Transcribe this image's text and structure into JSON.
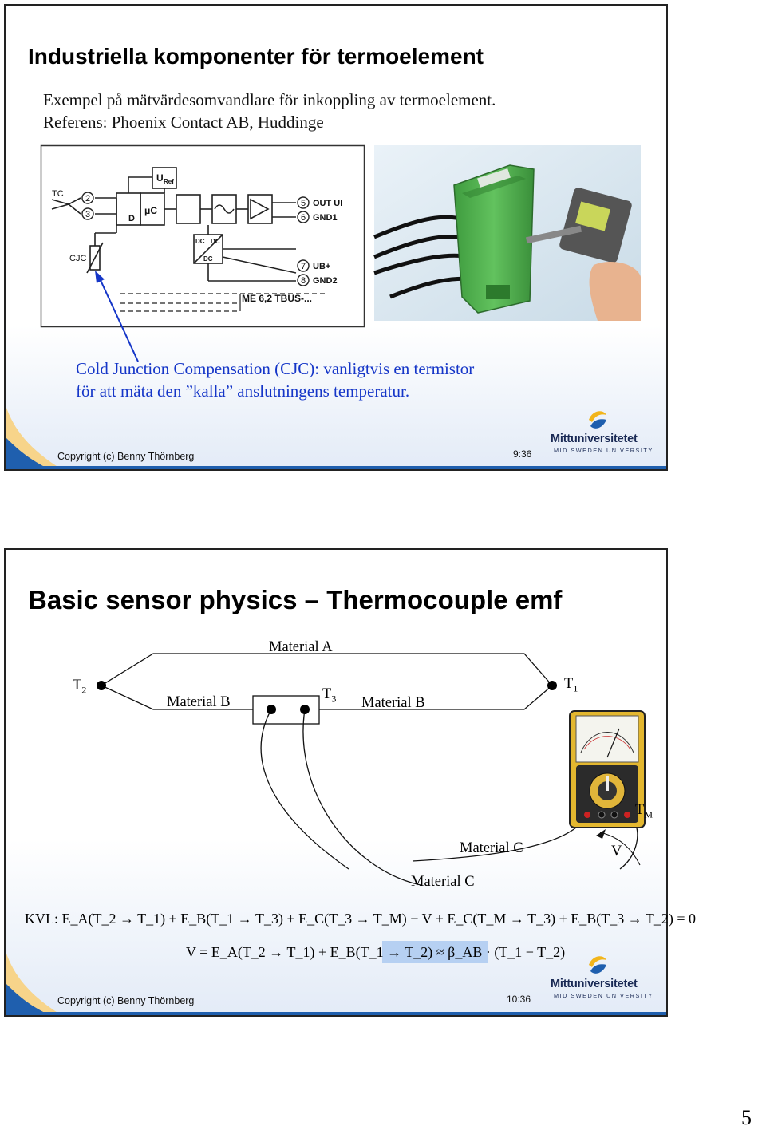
{
  "slide1": {
    "title": "Industriella komponenter för termoelement",
    "subtitle_line1": "Exempel på mätvärdesomvandlare för inkoppling av termoelement.",
    "subtitle_line2": "Referens: Phoenix Contact AB, Huddinge",
    "diagram": {
      "tc": "TC",
      "cjc": "CJC",
      "uref": "U",
      "uref_sub": "Ref",
      "pin2": "2",
      "pin3": "3",
      "pin5": "5",
      "pin6": "6",
      "pin7": "7",
      "pin8": "8",
      "out_ui": "OUT UI",
      "gnd1": "GND1",
      "ub_plus": "UB+",
      "gnd2": "GND2",
      "d_label": "D",
      "mu_c": "μC",
      "dcdc_a": "DC",
      "dcdc_b": "DC",
      "dcdc_c": "DC",
      "product": "ME 6,2 TBUS-..."
    },
    "cjc_line1": "Cold Junction Compensation (CJC): vanligtvis en termistor",
    "cjc_line2": "för att mäta den ”kalla” anslutningens temperatur.",
    "copyright": "Copyright (c) Benny Thörnberg",
    "slide_number": "9:36"
  },
  "slide2": {
    "title": "Basic sensor physics – Thermocouple emf",
    "material_a": "Material A",
    "material_b_left": "Material B",
    "material_b_right": "Material B",
    "material_c_upper": "Material C",
    "material_c_lower": "Material C",
    "t2": "T",
    "t2_sub": "2",
    "t1": "T",
    "t1_sub": "1",
    "t3": "T",
    "t3_sub": "3",
    "tm": "T",
    "tm_sub": "M",
    "v_label": "V",
    "kvl": "KVL: E_A(T_2 → T_1) + E_B(T_1 → T_3) + E_C(T_3 → T_M) − V + E_C(T_M → T_3) + E_B(T_3 → T_2) = 0",
    "result": "V = E_A(T_2 → T_1) + E_B(T_1 → T_2) ≈ β_AB · (T_1 − T_2)",
    "copyright": "Copyright (c) Benny Thörnberg",
    "slide_number": "10:36"
  },
  "logo": {
    "name": "Mittuniversitetet",
    "tagline": "MID SWEDEN UNIVERSITY"
  },
  "page_number": "5",
  "colors": {
    "accent_blue": "#1f5fae",
    "cjc_text": "#1536c8",
    "module_green": "#4cae4c",
    "logo_yellow": "#f2b51b",
    "highlight": "#b6d0f2"
  }
}
